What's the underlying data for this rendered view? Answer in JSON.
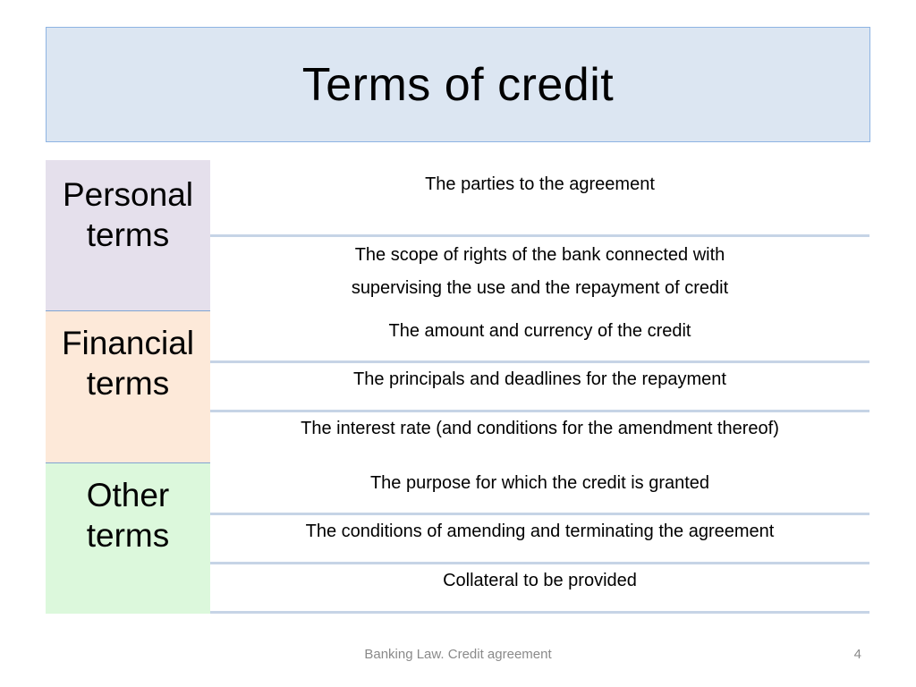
{
  "title": "Terms of credit",
  "groups": [
    {
      "label_line1": "Personal",
      "label_line2": "terms",
      "color": "#e5e0ec",
      "rows": [
        "The parties to the agreement",
        "The scope of rights of the bank connected with",
        "supervising the use and the repayment of credit"
      ]
    },
    {
      "label_line1": "Financial",
      "label_line2": "terms",
      "color": "#fde9d9",
      "rows": [
        "The amount and currency of the credit",
        "The principals and deadlines for the repayment",
        "The interest rate (and conditions for the amendment thereof)"
      ]
    },
    {
      "label_line1": "Other",
      "label_line2": "terms",
      "color": "#dcf8dc",
      "rows": [
        "The purpose for which the credit is granted",
        "The conditions of amending and terminating the agreement",
        "Collateral to be provided"
      ]
    }
  ],
  "footer": "Banking Law. Credit agreement",
  "page_number": "4"
}
